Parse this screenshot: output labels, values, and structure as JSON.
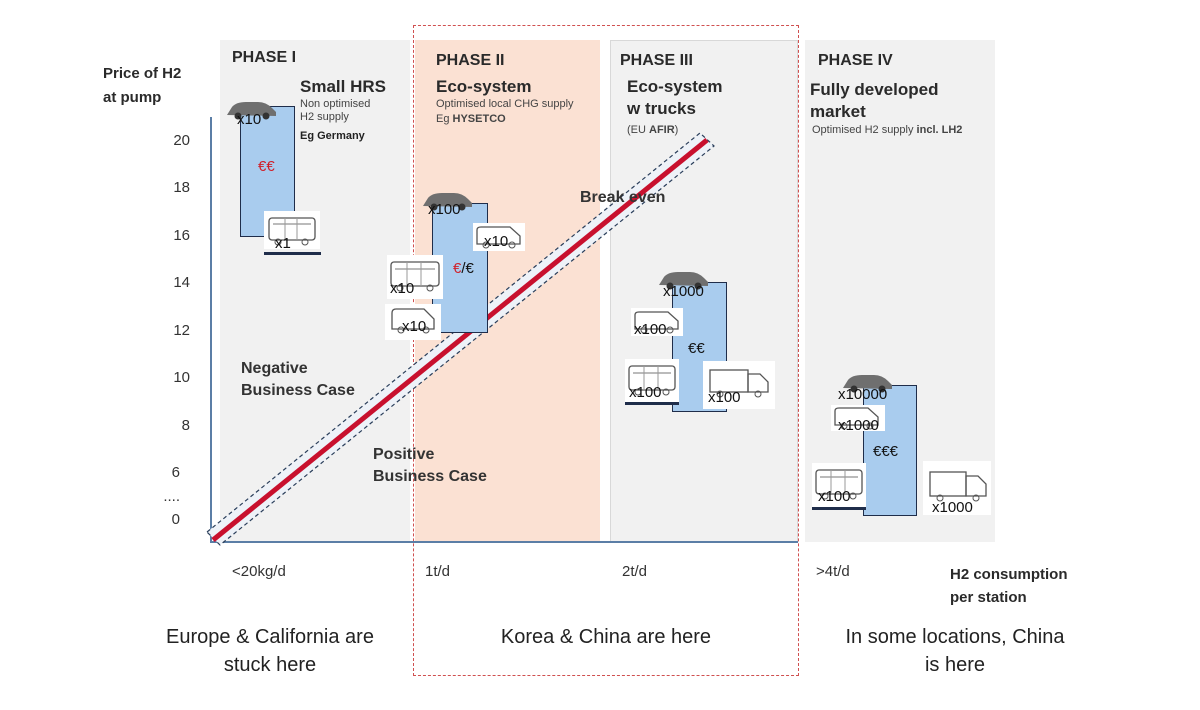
{
  "y_axis": {
    "label_line1": "Price of H2",
    "label_line2": "at pump",
    "ticks": [
      "20",
      "18",
      "16",
      "14",
      "12",
      "10",
      "8",
      "6",
      "....",
      "0"
    ]
  },
  "x_axis": {
    "ticks": [
      "<20kg/d",
      "1t/d",
      "2t/d",
      ">4t/d"
    ],
    "label_line1": "H2 consumption",
    "label_line2": "per station"
  },
  "phases": [
    {
      "title": "PHASE I",
      "subtitle_1": "Small HRS",
      "subtitle_2": "",
      "note_1": "Non optimised",
      "note_2": "H2 supply",
      "example": "Eg Germany"
    },
    {
      "title": "PHASE II",
      "subtitle_1": "Eco-system",
      "subtitle_2": "",
      "note_1": "Optimised local CHG supply",
      "note_2": "",
      "example_prefix": "Eg ",
      "example": "HYSETCO"
    },
    {
      "title": "PHASE III",
      "subtitle_1": "Eco-system",
      "subtitle_2": "w trucks",
      "note_1": "(EU ",
      "example": "AFIR",
      "note_2": ")"
    },
    {
      "title": "PHASE IV",
      "subtitle_1": "Fully developed",
      "subtitle_2": "market",
      "note_1": "Optimised H2 supply ",
      "example": "incl. LH2"
    }
  ],
  "bars": [
    {
      "label": "€€",
      "label_color": "#d0202a"
    },
    {
      "label_red": "€",
      "label_black": "/€",
      "label_color": "#d0202a"
    },
    {
      "label": "€€",
      "label_color": "#111111"
    },
    {
      "label": "€€€",
      "label_color": "#111111"
    }
  ],
  "counts": {
    "p1_car": "x10",
    "p1_bus": "x1",
    "p2_car": "x100",
    "p2_van": "x10",
    "p2_bus": "x10",
    "p2_van2": "x10",
    "p3_car": "x1000",
    "p3_van": "x100",
    "p3_bus": "x100",
    "p3_truck": "x100",
    "p4_car": "x10000",
    "p4_van": "x1000",
    "p4_bus": "x100",
    "p4_truck": "x1000"
  },
  "break_even": "Break even",
  "negative_case": {
    "line1": "Negative",
    "line2": "Business Case"
  },
  "positive_case": {
    "line1": "Positive",
    "line2": "Business Case"
  },
  "bottom_notes": {
    "europe_line1": "Europe & California are",
    "europe_line2": "stuck here",
    "korea": "Korea & China are here",
    "china_line1": "In some locations, China",
    "china_line2": "is here"
  },
  "colors": {
    "phase_bg": "#f1f1f1",
    "phase2_bg": "#fbe1d3",
    "bar_fill": "#a9ccee",
    "line_red": "#c8102e",
    "dashed_border": "#d05050"
  }
}
